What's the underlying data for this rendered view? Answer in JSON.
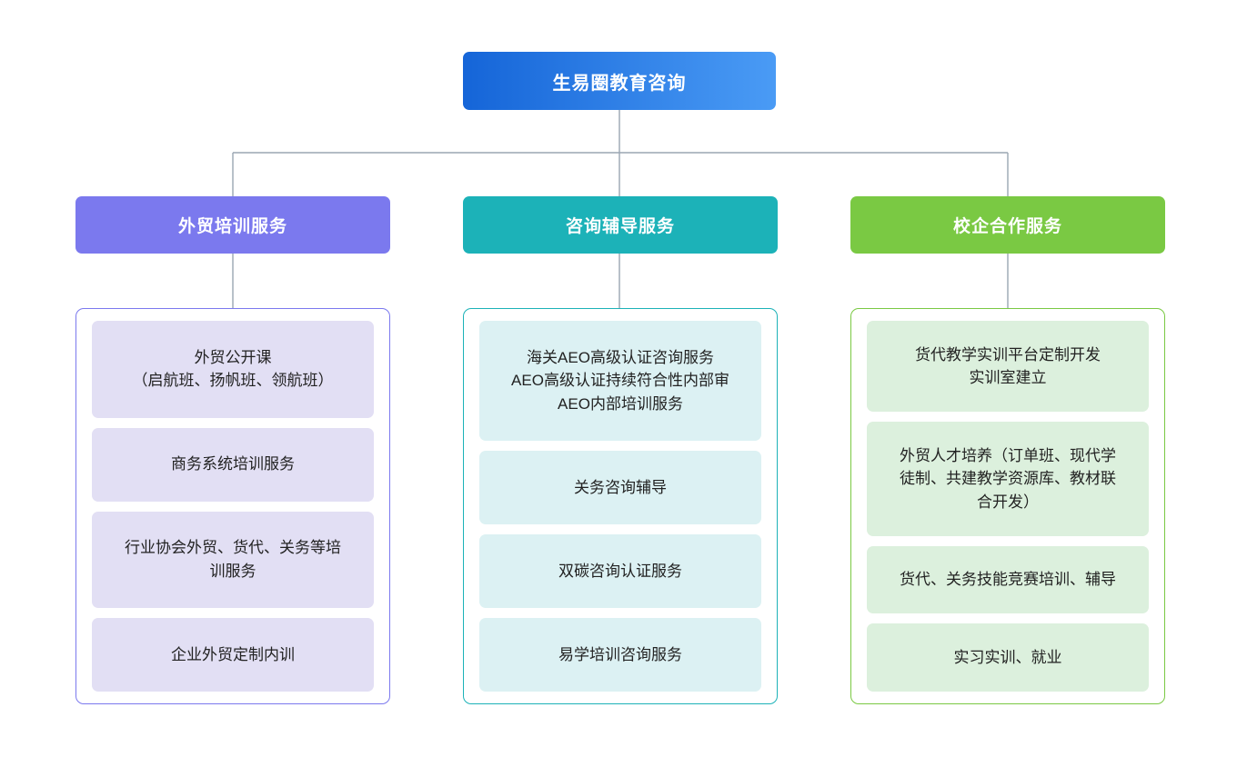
{
  "root": {
    "label": "生易圈教育咨询",
    "gradient_from": "#1565d8",
    "gradient_to": "#4a9bf5"
  },
  "connector_color": "#9aa6b2",
  "columns": [
    {
      "header": "外贸培训服务",
      "header_color": "#7b79ee",
      "border_color": "#7b79ee",
      "leaf_bg": "#e2dff4",
      "items": [
        {
          "lines": [
            "外贸公开课",
            "（启航班、扬帆班、领航班）"
          ]
        },
        {
          "lines": [
            "商务系统培训服务"
          ]
        },
        {
          "lines": [
            "行业协会外贸、货代、关务等培",
            "训服务"
          ]
        },
        {
          "lines": [
            "企业外贸定制内训"
          ]
        }
      ]
    },
    {
      "header": "咨询辅导服务",
      "header_color": "#1cb2b8",
      "border_color": "#1cb2b8",
      "leaf_bg": "#dcf1f3",
      "items": [
        {
          "lines": [
            "海关AEO高级认证咨询服务",
            "AEO高级认证持续符合性内部审",
            "AEO内部培训服务"
          ]
        },
        {
          "lines": [
            "关务咨询辅导"
          ]
        },
        {
          "lines": [
            "双碳咨询认证服务"
          ]
        },
        {
          "lines": [
            "易学培训咨询服务"
          ]
        }
      ]
    },
    {
      "header": "校企合作服务",
      "header_color": "#7ac943",
      "border_color": "#7ac943",
      "leaf_bg": "#dcf0dd",
      "items": [
        {
          "lines": [
            "货代教学实训平台定制开发",
            "实训室建立"
          ]
        },
        {
          "lines": [
            "外贸人才培养（订单班、现代学",
            "徒制、共建教学资源库、教材联",
            "合开发）"
          ]
        },
        {
          "lines": [
            "货代、关务技能竞赛培训、辅导"
          ]
        },
        {
          "lines": [
            "实习实训、就业"
          ]
        }
      ]
    }
  ]
}
